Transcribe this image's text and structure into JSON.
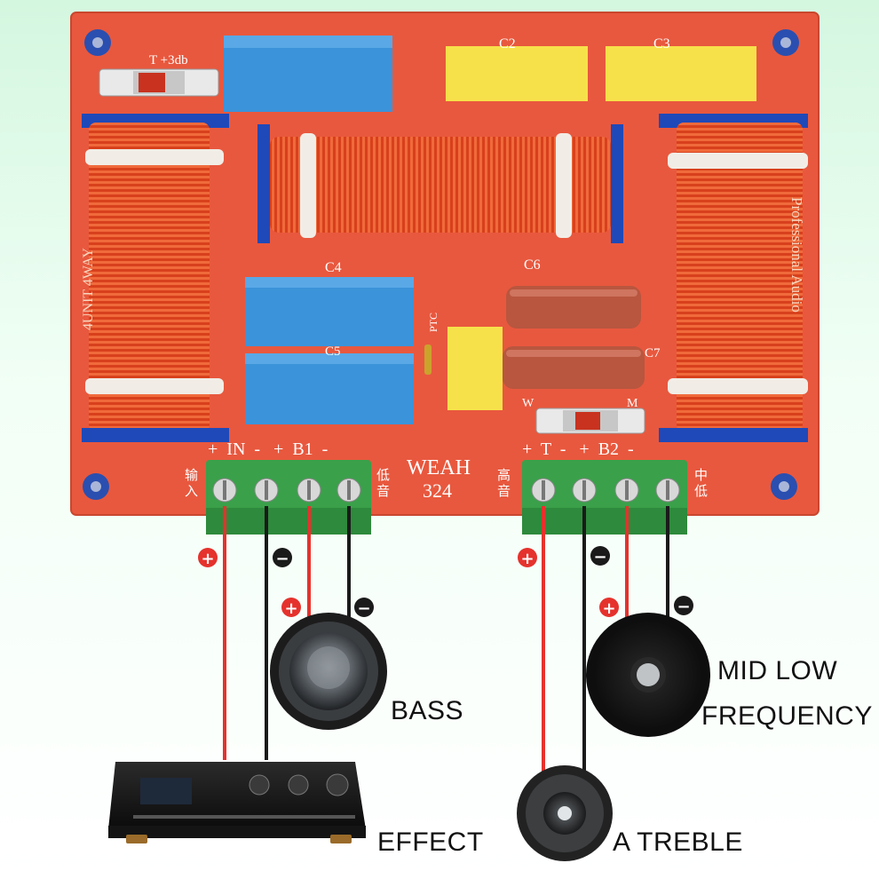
{
  "board": {
    "model_line1": "WEAH",
    "model_line2": "324",
    "side_text": "4UNIT 4WAY",
    "brand_text": "Professional Audio",
    "switch_top_label": "T  +3db",
    "switch_bottom_labels": [
      "W",
      "M"
    ],
    "cap_labels": [
      "C2",
      "C3",
      "C4",
      "C5",
      "C6",
      "C7",
      "PTC"
    ],
    "terminal_left_header": "+  IN  -   +  B1  -",
    "terminal_right_header": "+  T  -   +  B2  -",
    "terminal_left_cn_a": "输",
    "terminal_left_cn_b": "入",
    "terminal_mid_cn_a": "低",
    "terminal_mid_cn_b": "音",
    "terminal_right_cn_a": "高",
    "terminal_right_cn_b": "音",
    "terminal_far_cn_a": "中",
    "terminal_far_cn_b": "低"
  },
  "labels": {
    "bass": "BASS",
    "mid_low_line1": "MID LOW",
    "mid_low_line2": "FREQUENCY",
    "effect": "EFFECT",
    "treble": "A TREBLE"
  },
  "polarity": {
    "plus": "+",
    "minus": "−"
  },
  "colors": {
    "board": "#e8583e",
    "copper": "#d9441f",
    "cap_blue": "#3b93d9",
    "cap_yellow": "#f7e14a",
    "terminal_green": "#3aa04a",
    "wire_red": "#e5322d",
    "wire_black": "#1a1a1a"
  }
}
